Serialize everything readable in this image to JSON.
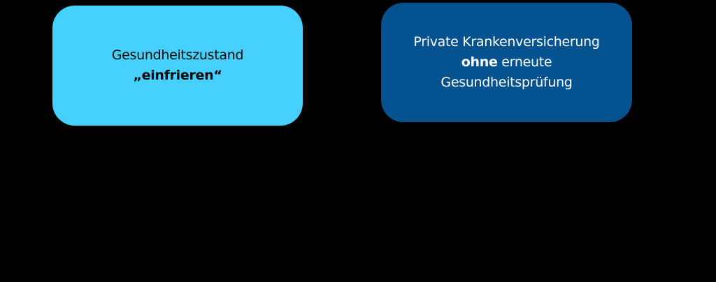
{
  "boxes": [
    {
      "id": "health-freeze",
      "lines": [
        {
          "parts": [
            {
              "text": "Gesundheitszustand",
              "bold": false
            }
          ]
        },
        {
          "parts": [
            {
              "text": "„einfrieren“",
              "bold": true
            }
          ]
        }
      ],
      "background": "#45d0fe",
      "text_color": "#0a0a0a"
    },
    {
      "id": "private-insurance",
      "lines": [
        {
          "parts": [
            {
              "text": "Private Krankenversicherung",
              "bold": false
            }
          ]
        },
        {
          "parts": [
            {
              "text": "ohne",
              "bold": true
            },
            {
              "text": " erneute",
              "bold": false
            }
          ]
        },
        {
          "parts": [
            {
              "text": "Gesundheitsprüfung",
              "bold": false
            }
          ]
        }
      ],
      "background": "#04528f",
      "text_color": "#ffffff"
    }
  ],
  "background": "#000000"
}
